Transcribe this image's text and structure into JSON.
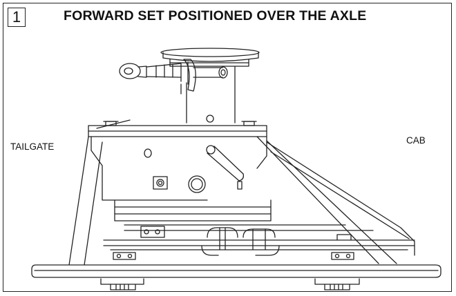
{
  "figure": {
    "step_number": "1",
    "title": "FORWARD SET POSITIONED OVER THE AXLE"
  },
  "labels": {
    "tailgate": "TAILGATE",
    "cab": "CAB"
  },
  "illustration": {
    "subject": "fifth-wheel hitch head and rail mount, line drawing"
  },
  "colors": {
    "line": "#222222",
    "background": "#ffffff"
  }
}
